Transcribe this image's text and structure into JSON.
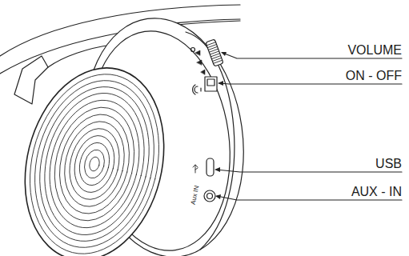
{
  "diagram": {
    "labels": [
      "VOLUME",
      "ON - OFF",
      "USB",
      "AUX - IN",
      "Aux IN"
    ]
  }
}
